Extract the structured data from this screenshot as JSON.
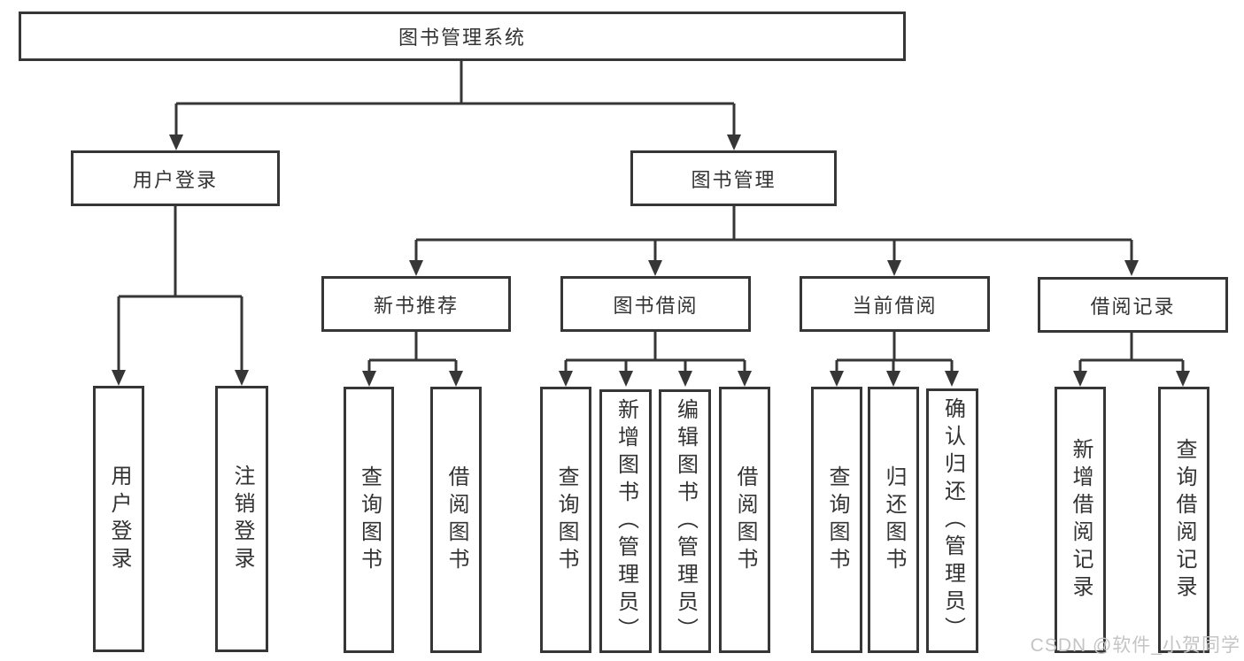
{
  "colors": {
    "line": "#363636",
    "box_border": "#363636",
    "text": "#333333",
    "watermark": "#c4c4c4",
    "background": "#ffffff"
  },
  "watermark": "CSDN @软件_小贺同学",
  "tree": {
    "label": "图书管理系统",
    "children": [
      {
        "label": "用户登录",
        "children": [
          {
            "label": "用户登录"
          },
          {
            "label": "注销登录"
          }
        ]
      },
      {
        "label": "图书管理",
        "children": [
          {
            "label": "新书推荐",
            "children": [
              {
                "label": "查询图书"
              },
              {
                "label": "借阅图书"
              }
            ]
          },
          {
            "label": "图书借阅",
            "children": [
              {
                "label": "查询图书"
              },
              {
                "label": "新增图书（管理员）"
              },
              {
                "label": "编辑图书（管理员）"
              },
              {
                "label": "借阅图书"
              }
            ]
          },
          {
            "label": "当前借阅",
            "children": [
              {
                "label": "查询图书"
              },
              {
                "label": "归还图书"
              },
              {
                "label": "确认归还（管理员）"
              }
            ]
          },
          {
            "label": "借阅记录",
            "children": [
              {
                "label": "新增借阅记录"
              },
              {
                "label": "查询借阅记录"
              }
            ]
          }
        ]
      }
    ]
  }
}
